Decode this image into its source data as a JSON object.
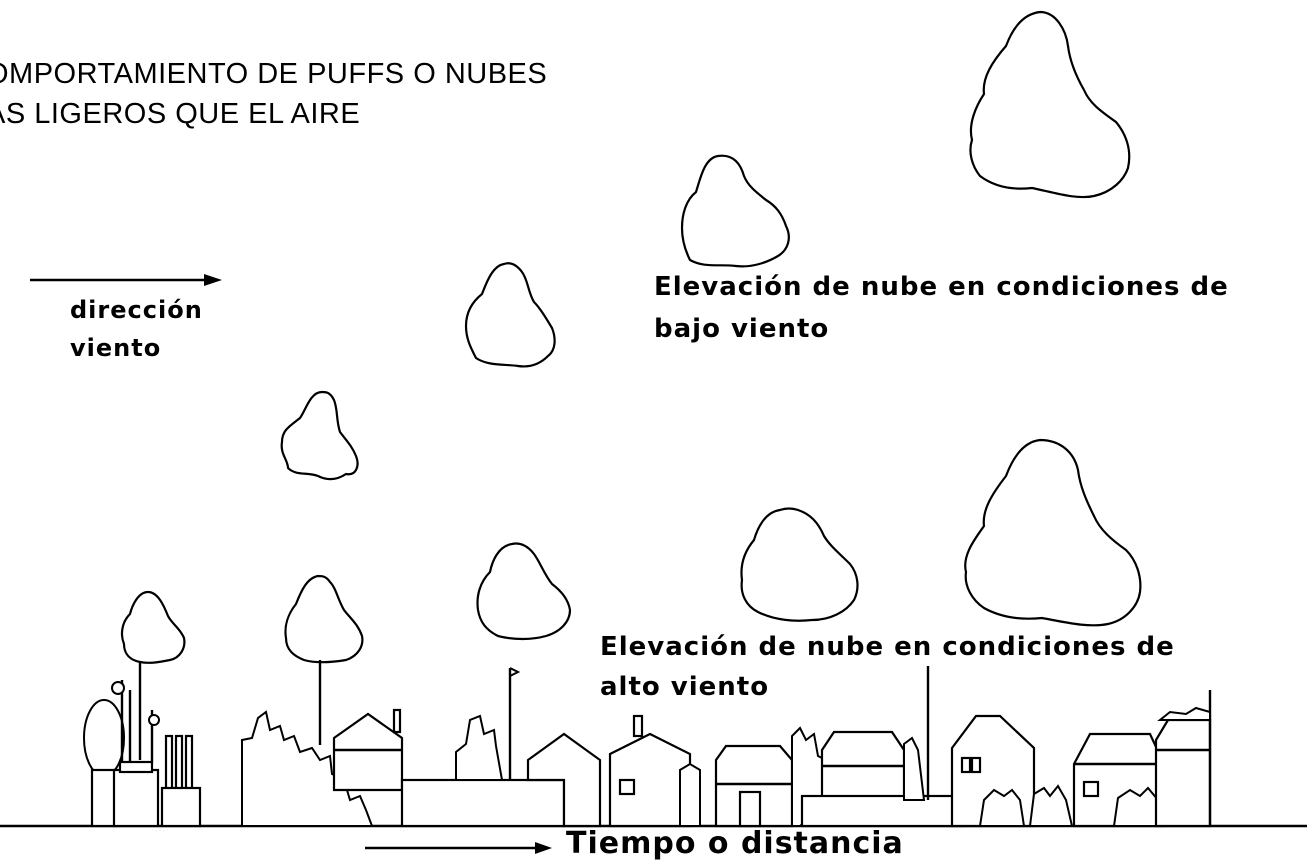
{
  "title": {
    "line1": "OMPORTAMIENTO DE PUFFS O NUBES",
    "line2": "AS LIGEROS QUE EL AIRE"
  },
  "wind": {
    "line1": "dirección",
    "line2": "viento"
  },
  "low_wind_label": {
    "line1": "Elevación de nube en condiciones de",
    "line2": "bajo viento"
  },
  "high_wind_label": {
    "line1": "Elevación de nube en condiciones de",
    "line2": "alto viento"
  },
  "axis_label": "Tiempo o distancia"
}
